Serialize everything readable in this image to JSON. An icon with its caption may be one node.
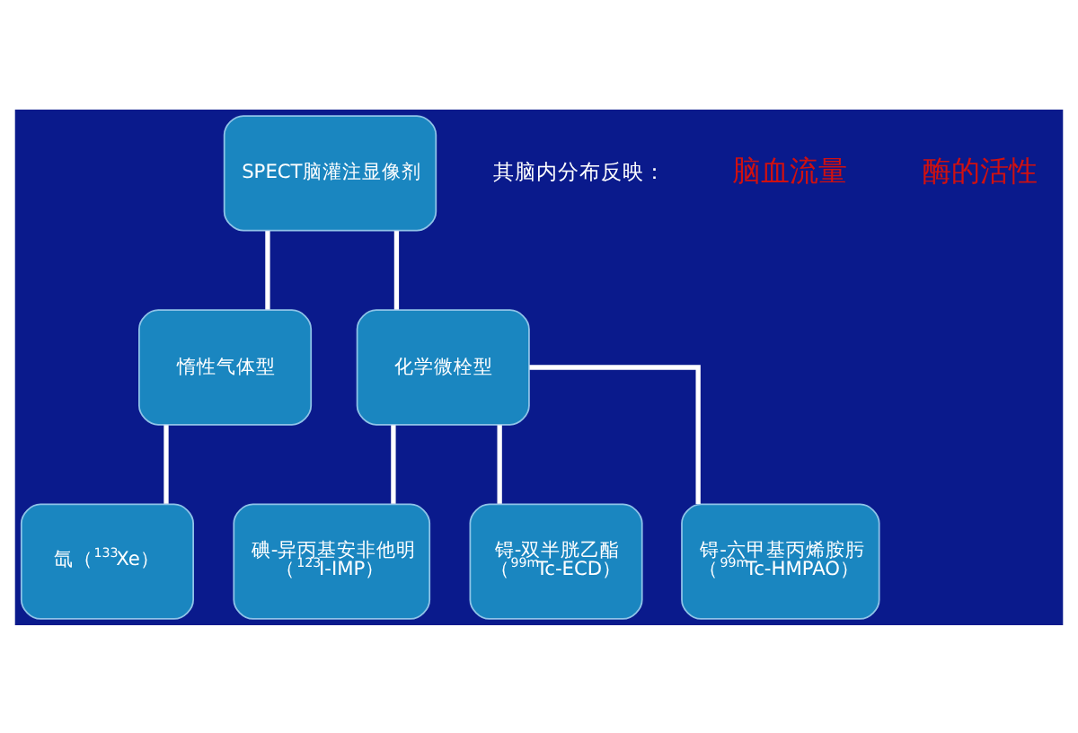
{
  "diagram": {
    "nodes": [
      {
        "text": [
          "SPECT脑灌注显像剂"
        ]
      },
      {
        "text": [
          "惰性气体型"
        ]
      },
      {
        "text": [
          "化学微栓型"
        ]
      },
      {
        "text": [
          "氙（$^{133}$Xe）"
        ]
      },
      {
        "text": [
          "碘-异丙基安非他明",
          "（$^{123}$I-IMP）"
        ]
      },
      {
        "text": [
          "锝-双半胱乙酯",
          "（$^{99m}$Tc-ECD）"
        ]
      },
      {
        "text": [
          "锝-六甲基丙烯胺肟",
          "（$^{99m}$Tc-HMPAO）"
        ]
      }
    ],
    "edges": [
      {
        "from": 0,
        "to": 1,
        "arrow": "none"
      },
      {
        "from": 0,
        "to": 2,
        "arrow": "none"
      },
      {
        "from": 1,
        "to": 3,
        "arrow": "none"
      },
      {
        "from": 2,
        "to": 4,
        "arrow": "none"
      },
      {
        "from": 2,
        "to": 5,
        "arrow": "none"
      },
      {
        "from": 2,
        "to": 6,
        "arrow": "none"
      }
    ],
    "labels": [
      "其脑内分布反映：",
      "脑血流量",
      "酶的活性"
    ]
  }
}
